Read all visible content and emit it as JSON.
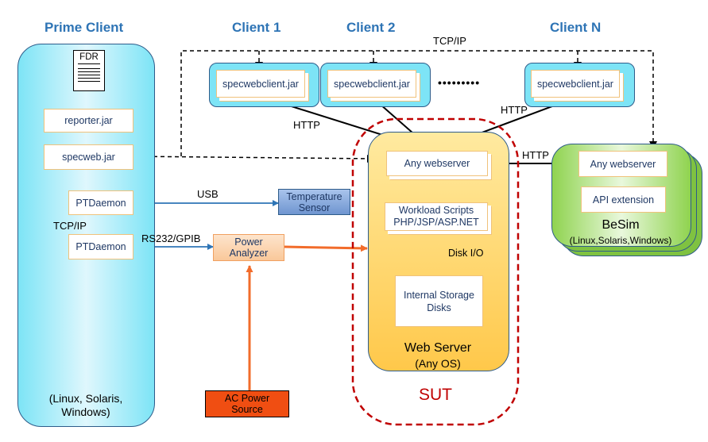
{
  "titles": {
    "prime_client": "Prime Client",
    "client1": "Client 1",
    "client2": "Client 2",
    "clientn": "Client N"
  },
  "prime": {
    "fdr": "FDR",
    "reporter": "reporter.jar",
    "specweb": "specweb.jar",
    "ptdaemon1": "PTDaemon",
    "ptdaemon2": "PTDaemon",
    "os": "(Linux, Solaris,\nWindows)"
  },
  "clients": {
    "client1_box": "specwebclient.jar",
    "client2_box": "specwebclient.jar",
    "clientn_box": "specwebclient.jar",
    "ellipsis": "•••••••••"
  },
  "sut": {
    "webserver_box": "Any webserver",
    "workload_line1": "Workload Scripts",
    "workload_line2": "PHP/JSP/ASP.NET",
    "storage_line1": "Internal Storage",
    "storage_line2": "Disks",
    "webserver_title": "Web Server",
    "webserver_os": "(Any OS)",
    "sut_label": "SUT",
    "disk_io": "Disk I/O"
  },
  "besim": {
    "webserver_box": "Any webserver",
    "api_box": "API extension",
    "title": "BeSim",
    "os": "(Linux,Solaris,Windows)"
  },
  "devices": {
    "temp_line1": "Temperature",
    "temp_line2": "Sensor",
    "power_line1": "Power",
    "power_line2": "Analyzer",
    "ac_line1": "AC Power",
    "ac_line2": "Source"
  },
  "labels": {
    "tcpip_top": "TCP/IP",
    "http_left": "HTTP",
    "http_right": "HTTP",
    "http_besim": "HTTP",
    "usb": "USB",
    "tcpip_left": "TCP/IP",
    "rs232": "RS232/GPIB"
  },
  "colors": {
    "title_blue": "#2e74b5",
    "sut_red": "#c00000",
    "power_orange": "#f26c2b",
    "usb_blue": "#2e75b6",
    "besim_green": "#7fc241"
  }
}
